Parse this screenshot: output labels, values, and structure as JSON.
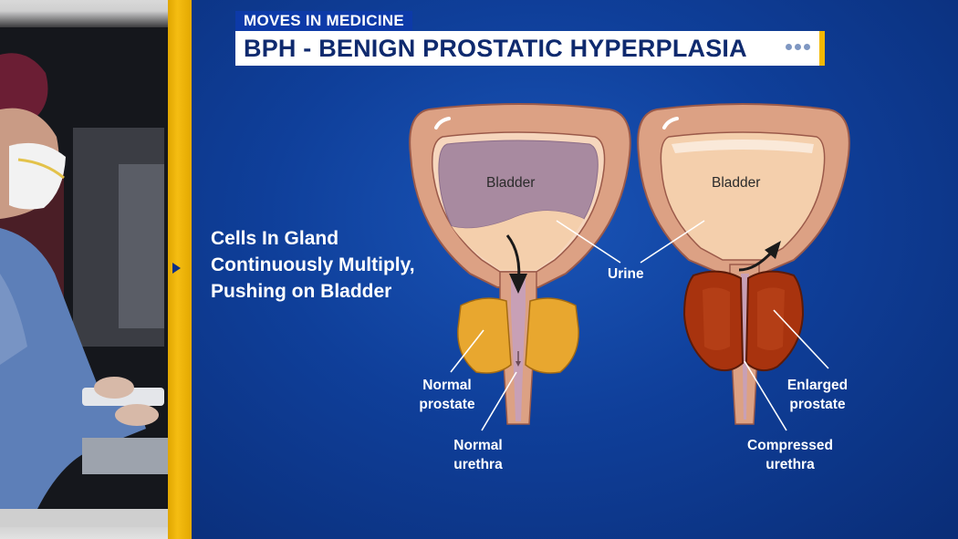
{
  "kicker": "MOVES IN MEDICINE",
  "title": "BPH - BENIGN PROSTATIC HYPERPLASIA",
  "caption": [
    "Cells In Gland",
    "Continuously Multiply,",
    "Pushing on Bladder"
  ],
  "labels": {
    "bladder_left": "Bladder",
    "bladder_right": "Bladder",
    "urine": "Urine",
    "normal_prostate": [
      "Normal",
      "prostate"
    ],
    "normal_urethra": [
      "Normal",
      "urethra"
    ],
    "enlarged_prostate": [
      "Enlarged",
      "prostate"
    ],
    "compressed_urethra": [
      "Compressed",
      "urethra"
    ]
  },
  "colors": {
    "background_blue": "#0f3f9a",
    "accent_yellow": "#f2b800",
    "title_text": "#0f2a6e",
    "bladder_wall": "#dca184",
    "urine": "#f4cfac",
    "normal_prostate": "#e8a72f",
    "enlarged_prostate": "#a8330e"
  },
  "icons": [
    "play-arrow-icon",
    "more-dots-icon"
  ]
}
